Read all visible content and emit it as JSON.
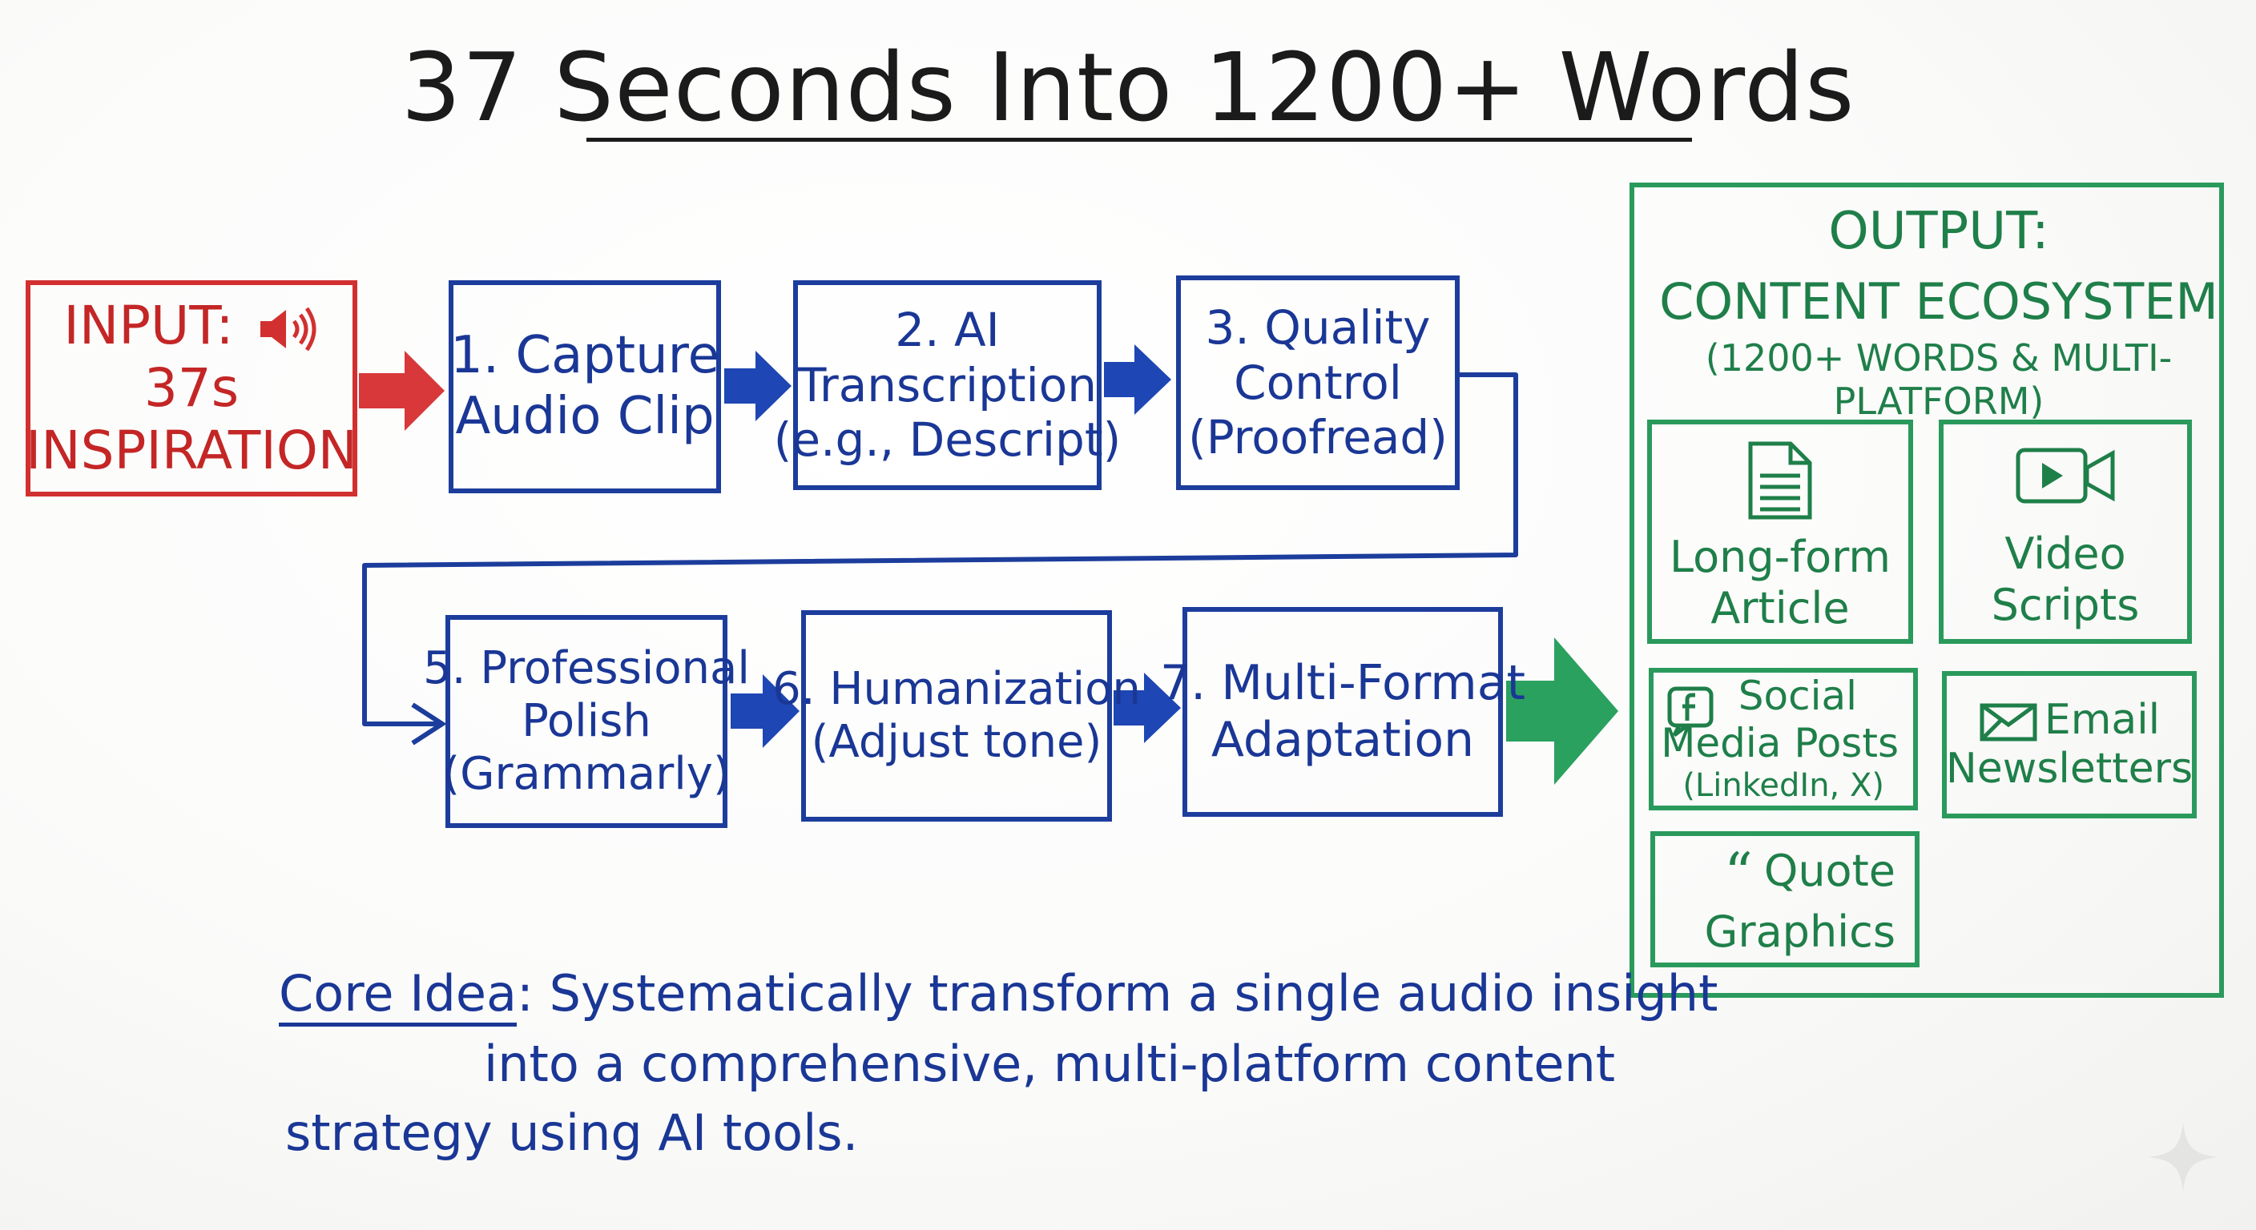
{
  "title": "37 Seconds Into 1200+ Words",
  "input": {
    "line1": "INPUT:",
    "line2": "37s",
    "line3": "INSPIRATION",
    "icon": "speaker-icon"
  },
  "steps": [
    {
      "line1": "1. Capture",
      "line2": "Audio Clip"
    },
    {
      "line1": "2.   AI",
      "line2": "Transcription",
      "line3": "(e.g., Descript)"
    },
    {
      "line1": "3. Quality",
      "line2": "Control",
      "line3": "(Proofread)"
    },
    {
      "line1": "5. Professional",
      "line2": "Polish",
      "line3": "(Grammarly)"
    },
    {
      "line1": "6. Humanization",
      "line2": "(Adjust tone)"
    },
    {
      "line1": "7. Multi-Format",
      "line2": "Adaptation"
    }
  ],
  "output": {
    "line1": "OUTPUT:",
    "line2": "CONTENT ECOSYSTEM",
    "line3": "(1200+ WORDS & MULTI-PLATFORM)",
    "items": [
      {
        "line1": "Long-form",
        "line2": "Article",
        "icon": "document-icon"
      },
      {
        "line1": "Video",
        "line2": "Scripts",
        "icon": "video-camera-icon"
      },
      {
        "line1": "Social",
        "line2": "Media Posts",
        "line3": "(LinkedIn, X)",
        "icon": "facebook-icon"
      },
      {
        "line1": "Email",
        "line2": "Newsletters",
        "icon": "envelope-icon"
      },
      {
        "line1": "Quote",
        "line2": "Graphics",
        "icon": "quote-icon"
      }
    ]
  },
  "core": {
    "label": "Core Idea",
    "sep": ":",
    "line1": "Systematically transform a single audio insight",
    "line2": "into a comprehensive, multi-platform content",
    "line3": "strategy using AI tools."
  },
  "colors": {
    "red": "#d23030",
    "blue": "#1c3d9c",
    "green": "#2a9a5c",
    "ink": "#1b1b1b"
  }
}
